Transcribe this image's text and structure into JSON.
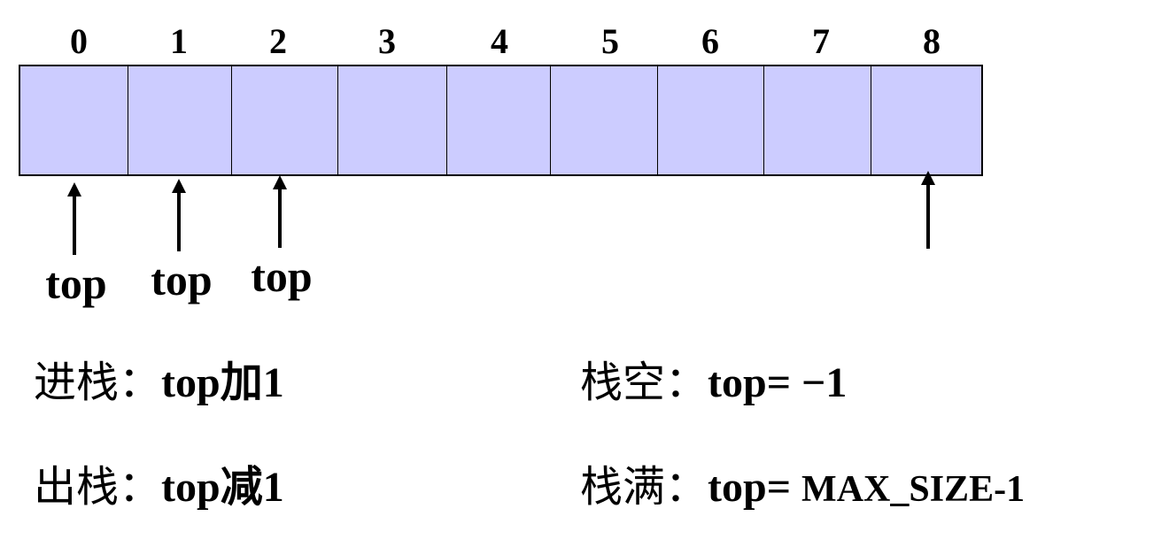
{
  "stack": {
    "indices": [
      "0",
      "1",
      "2",
      "3",
      "4",
      "5",
      "6",
      "7",
      "8"
    ],
    "cell_fill": "#ccccff",
    "pointers": [
      {
        "label": "top",
        "cell_index": 0
      },
      {
        "label": "top",
        "cell_index": 1
      },
      {
        "label": "top",
        "cell_index": 2
      },
      {
        "label": "",
        "cell_index": 8
      }
    ]
  },
  "rules": {
    "push": {
      "cn": "进栈：",
      "val": "top加1"
    },
    "pop": {
      "cn": "出栈：",
      "val": "top减1"
    },
    "empty": {
      "cn": "栈空：",
      "val": "top=  −1"
    },
    "full": {
      "cn": "栈满：",
      "val_a": "top= ",
      "val_b": "MAX_SIZE-1"
    }
  }
}
